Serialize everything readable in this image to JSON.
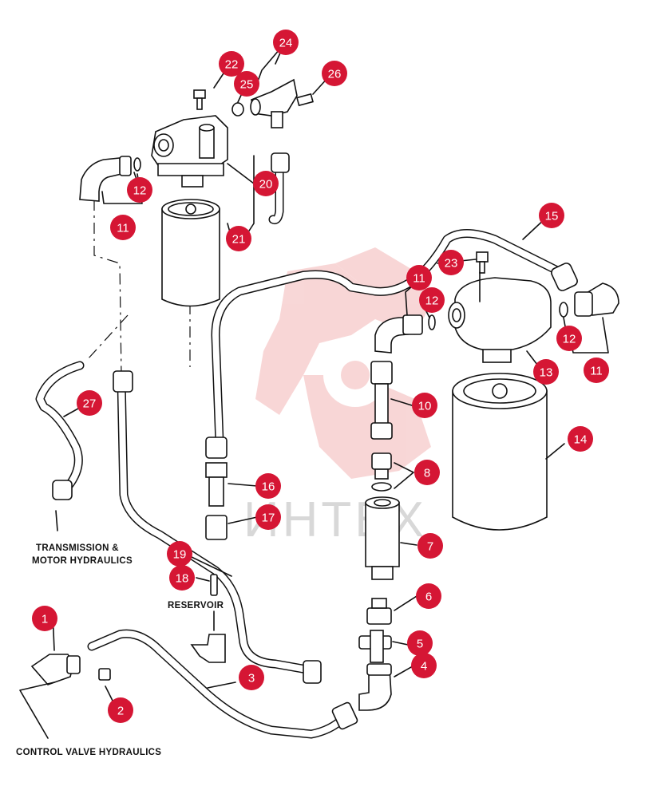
{
  "callouts": [
    {
      "id": "c1",
      "num": "1"
    },
    {
      "id": "c2",
      "num": "2"
    },
    {
      "id": "c3",
      "num": "3"
    },
    {
      "id": "c4",
      "num": "4"
    },
    {
      "id": "c5",
      "num": "5"
    },
    {
      "id": "c6",
      "num": "6"
    },
    {
      "id": "c7",
      "num": "7"
    },
    {
      "id": "c8",
      "num": "8"
    },
    {
      "id": "c10",
      "num": "10"
    },
    {
      "id": "c11a",
      "num": "11"
    },
    {
      "id": "c11b",
      "num": "11"
    },
    {
      "id": "c11c",
      "num": "11"
    },
    {
      "id": "c12a",
      "num": "12"
    },
    {
      "id": "c12b",
      "num": "12"
    },
    {
      "id": "c12c",
      "num": "12"
    },
    {
      "id": "c13",
      "num": "13"
    },
    {
      "id": "c14",
      "num": "14"
    },
    {
      "id": "c15",
      "num": "15"
    },
    {
      "id": "c16",
      "num": "16"
    },
    {
      "id": "c17",
      "num": "17"
    },
    {
      "id": "c18",
      "num": "18"
    },
    {
      "id": "c19",
      "num": "19"
    },
    {
      "id": "c20",
      "num": "20"
    },
    {
      "id": "c21",
      "num": "21"
    },
    {
      "id": "c22",
      "num": "22"
    },
    {
      "id": "c23",
      "num": "23"
    },
    {
      "id": "c24",
      "num": "24"
    },
    {
      "id": "c25",
      "num": "25"
    },
    {
      "id": "c26",
      "num": "26"
    },
    {
      "id": "c27",
      "num": "27"
    }
  ],
  "labels": {
    "transmission_line1": "TRANSMISSION &",
    "transmission_line2": "MOTOR HYDRAULICS",
    "reservoir": "RESERVOIR",
    "control_valve": "CONTROL VALVE HYDRAULICS"
  },
  "watermark": "ИНТЕХ",
  "colors": {
    "callout": "#d51634",
    "watermark": "#f3b6b6",
    "lines": "#111111"
  }
}
